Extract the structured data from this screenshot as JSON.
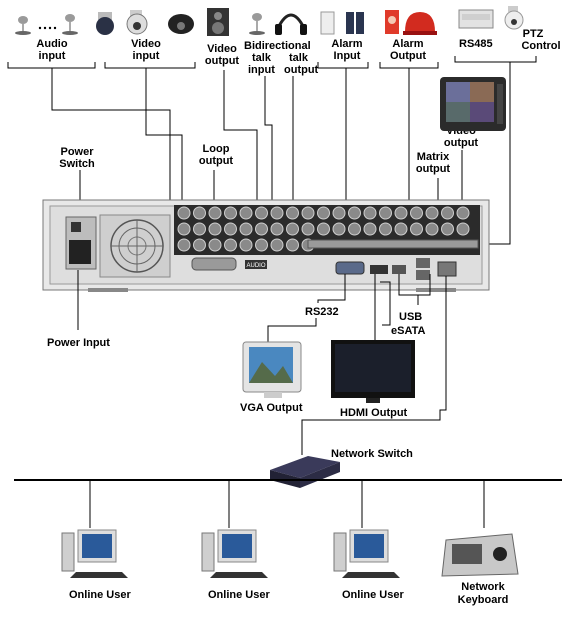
{
  "labels": {
    "audio_input": [
      "Audio",
      "input"
    ],
    "video_input": [
      "Video",
      "input"
    ],
    "video_output": [
      "Video",
      "output"
    ],
    "bidirectional_talk": [
      "Bidirectional",
      "talk",
      "input",
      "talk",
      "output"
    ],
    "alarm_input": [
      "Alarm",
      "Input"
    ],
    "alarm_output": [
      "Alarm",
      "Output"
    ],
    "rs485": "RS485",
    "ptz_control": [
      "PTZ",
      "Control"
    ],
    "power_switch": [
      "Power",
      "Switch"
    ],
    "loop_output": [
      "Loop",
      "output"
    ],
    "video_output_monitor": [
      "Video",
      "output"
    ],
    "matrix_output": [
      "Matrix",
      "output"
    ],
    "power_input": "Power Input",
    "rs232": "RS232",
    "usb": "USB",
    "esata": "eSATA",
    "vga_output": "VGA Output",
    "hdmi_output": "HDMI Output",
    "network_switch": "Network Switch",
    "online_users": [
      "Online User",
      "Online User",
      "Online User"
    ],
    "network_keyboard": [
      "Network",
      "Keyboard"
    ],
    "audio_badge": "AUDIO"
  },
  "colors": {
    "line": "#000000",
    "device_body": "#e6e6e6",
    "connector": "#8a8a8a",
    "screen": "#1b1f2b",
    "alarm_red": "#d22b1f"
  },
  "icons": [
    "microphone-icon",
    "dome-camera-icon",
    "speaker-icon",
    "headphones-icon",
    "alarm-sensor-icon",
    "siren-icon",
    "decoder-box-icon",
    "ptz-camera-icon",
    "monitor-icon",
    "crt-monitor-icon",
    "tv-icon",
    "computer-icon",
    "keyboard-icon",
    "network-switch-icon"
  ]
}
